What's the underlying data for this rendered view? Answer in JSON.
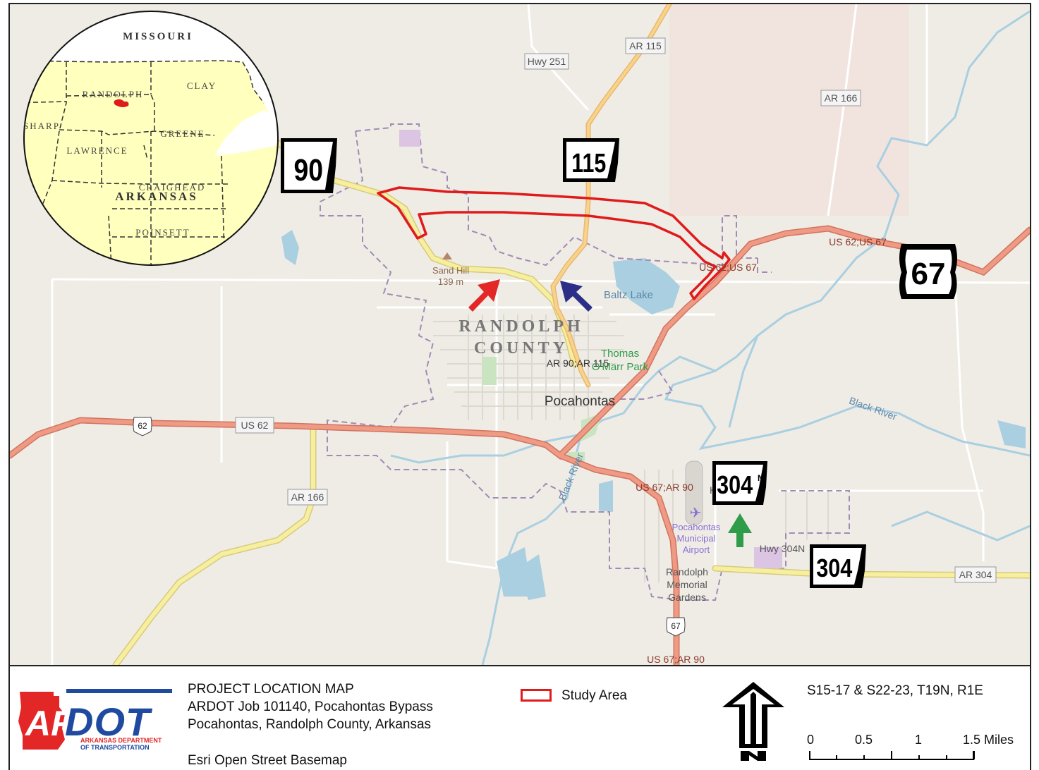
{
  "map": {
    "labels": {
      "hwy251": "Hwy 251",
      "ar115": "AR 115",
      "ar166_ne": "AR 166",
      "us62us67_ne": "US 62;US 67",
      "us62us67_mid": "US 62;US 67",
      "sandhill_name": "Sand Hill",
      "sandhill_elev": "139 m",
      "baltz": "Baltz Lake",
      "county1": "RANDOLPH",
      "county2": "COUNTY",
      "ar90ar115": "AR 90;AR 115",
      "thomas1": "Thomas",
      "thomas2": "O'Marr Park",
      "pocahontas": "Pocahontas",
      "black_river_e": "Black River",
      "black_river_s": "Black River",
      "us62": "US 62",
      "us62_shield": "62",
      "ar166_sw": "AR 166",
      "us67ar90": "US 67;AR 90",
      "airport1": "Pocahontas",
      "airport2": "Municipal",
      "airport3": "Airport",
      "hwy304n": "Hwy 304N",
      "hwy_h": "H",
      "ar304": "AR 304",
      "cem1": "Randolph",
      "cem2": "Memorial",
      "cem3": "Gardens",
      "us67_shield": "67",
      "us67ar90_s": "US 67;AR 90"
    },
    "shields": {
      "s90": "90",
      "s115": "115",
      "s67": "67",
      "s304n": "304",
      "s304n_sup": "N",
      "s304": "304"
    },
    "inset": {
      "missouri": "MISSOURI",
      "randolph": "RANDOLPH",
      "clay": "CLAY",
      "sharp": "SHARP",
      "greene": "GREENE",
      "lawrence": "LAWRENCE",
      "craighead": "CRAIGHEAD",
      "arkansas": "ARKANSAS",
      "poinsett": "POINSETT"
    }
  },
  "footer": {
    "title": "PROJECT LOCATION MAP",
    "job": "ARDOT Job 101140, Pocahontas Bypass",
    "location": "Pocahontas, Randolph County, Arkansas",
    "basemap": "Esri Open Street Basemap",
    "legend_label": "Study Area",
    "sections": "S15-17 & S22-23, T19N, R1E",
    "scale_0": "0",
    "scale_05": "0.5",
    "scale_1": "1",
    "scale_15": "1.5 Miles",
    "logo_ar": "AR",
    "logo_dot": "DOT",
    "logo_sub1": "ARKANSAS DEPARTMENT",
    "logo_sub2": "OF TRANSPORTATION"
  },
  "colors": {
    "study_area": "#e01b1b",
    "us_route": "#e8907a",
    "state_route": "#f2e69b",
    "river": "#a9cfe0",
    "inset_fill": "#ffffbe",
    "arrow_red": "#e32626",
    "arrow_blue": "#2b2f87",
    "arrow_green": "#2e9c49"
  }
}
